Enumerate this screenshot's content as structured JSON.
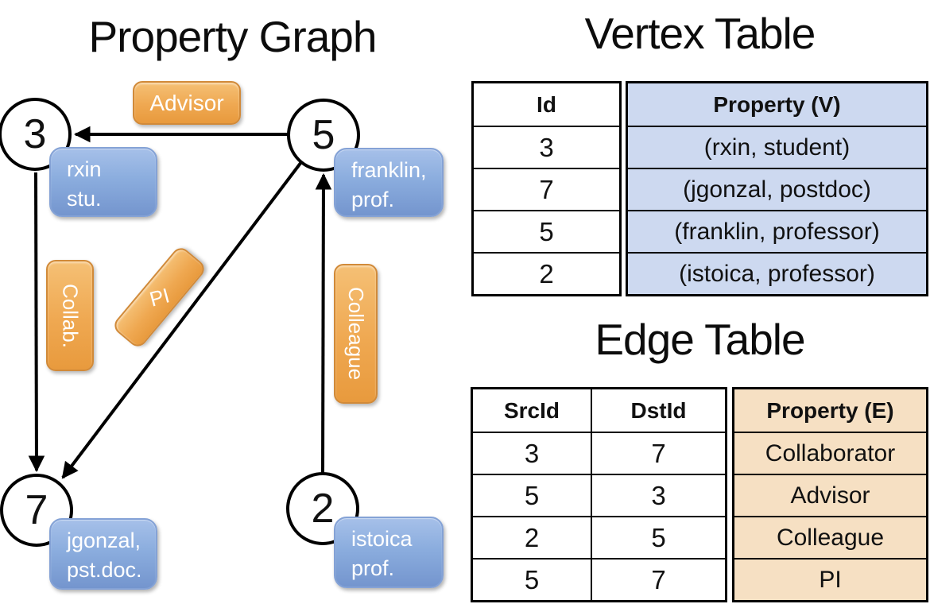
{
  "slide": {
    "graph_title": "Property Graph",
    "vertex_table_title": "Vertex Table",
    "edge_table_title": "Edge Table"
  },
  "graph": {
    "nodes": [
      {
        "id": "3",
        "prop_line1": "rxin",
        "prop_line2": "stu."
      },
      {
        "id": "5",
        "prop_line1": "franklin,",
        "prop_line2": "prof."
      },
      {
        "id": "7",
        "prop_line1": "jgonzal,",
        "prop_line2": "pst.doc."
      },
      {
        "id": "2",
        "prop_line1": "istoica",
        "prop_line2": "prof."
      }
    ],
    "edge_labels": [
      {
        "label": "Advisor",
        "src": "5",
        "dst": "3"
      },
      {
        "label": "Collab.",
        "src": "3",
        "dst": "7"
      },
      {
        "label": "PI",
        "src": "5",
        "dst": "7"
      },
      {
        "label": "Colleague",
        "src": "2",
        "dst": "5"
      }
    ]
  },
  "vertex_table": {
    "headers": {
      "id": "Id",
      "property": "Property (V)"
    },
    "rows": [
      {
        "id": "3",
        "property": "(rxin, student)"
      },
      {
        "id": "7",
        "property": "(jgonzal, postdoc)"
      },
      {
        "id": "5",
        "property": "(franklin, professor)"
      },
      {
        "id": "2",
        "property": "(istoica, professor)"
      }
    ]
  },
  "edge_table": {
    "headers": {
      "src": "SrcId",
      "dst": "DstId",
      "property": "Property (E)"
    },
    "rows": [
      {
        "src": "3",
        "dst": "7",
        "property": "Collaborator"
      },
      {
        "src": "5",
        "dst": "3",
        "property": "Advisor"
      },
      {
        "src": "2",
        "dst": "5",
        "property": "Colleague"
      },
      {
        "src": "5",
        "dst": "7",
        "property": "PI"
      }
    ]
  },
  "colors": {
    "edge_label_orange": "#EEA44C",
    "vertex_label_blue": "#8BA9DC",
    "vertex_table_cell": "#CDD9F0",
    "edge_table_cell": "#F6E0C3",
    "line_black": "#000000"
  }
}
